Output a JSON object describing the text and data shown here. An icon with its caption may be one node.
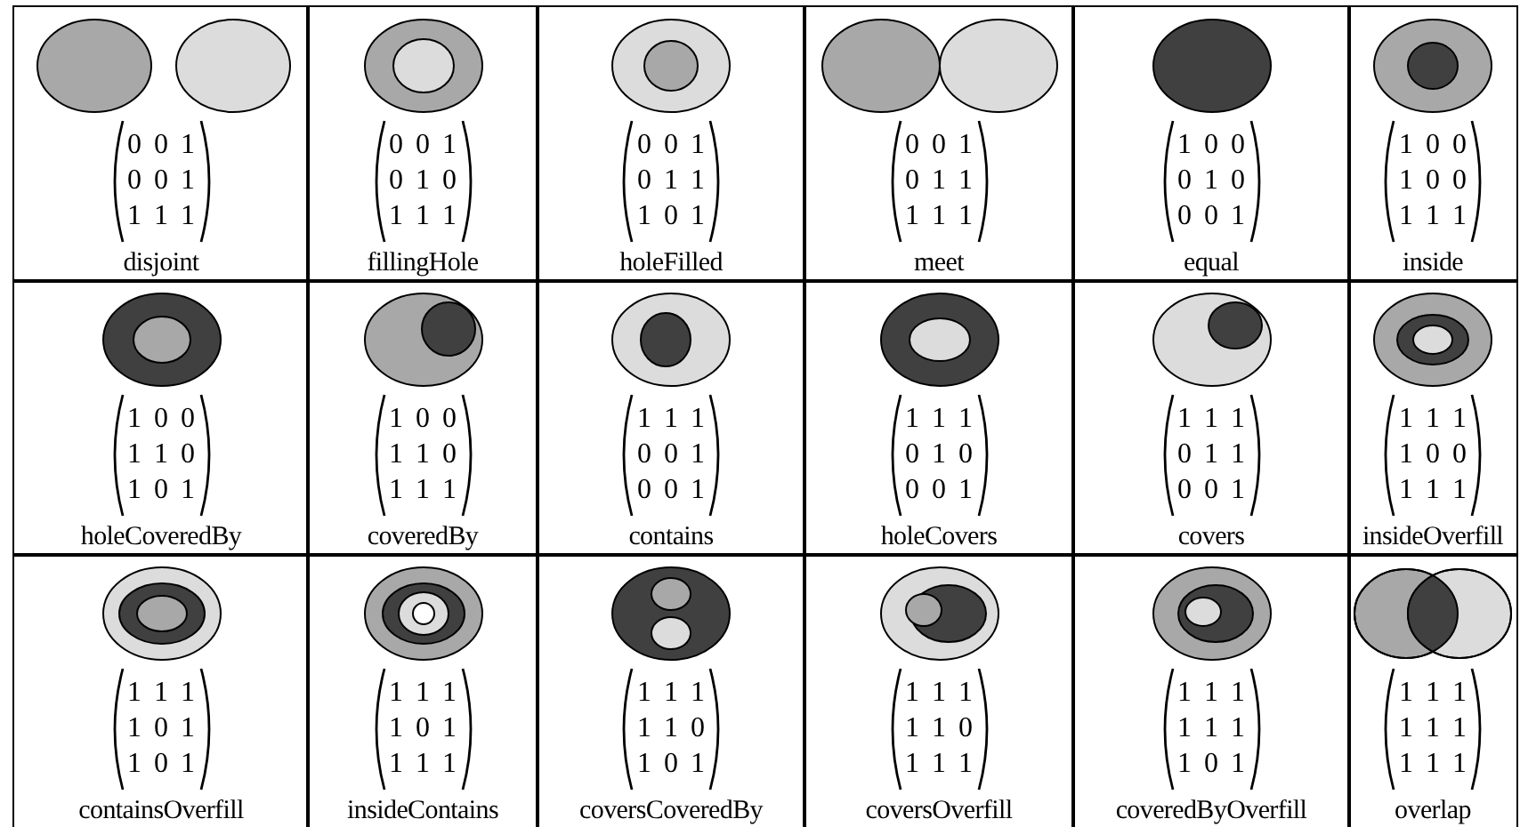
{
  "diagram": {
    "labels": [
      "0 0 1",
      "0 0 1",
      "1 1 1",
      "disjoint",
      "0 0 1",
      "0 1 0",
      "1 1 1",
      "fillingHole",
      "0 0 1",
      "0 1 1",
      "1 0 1",
      "holeFilled",
      "0 0 1",
      "0 1 1",
      "1 1 1",
      "meet",
      "1 0 0",
      "0 1 0",
      "0 0 1",
      "equal",
      "1 0 0",
      "1 0 0",
      "1 1 1",
      "inside",
      "1 0 0",
      "1 1 0",
      "1 0 1",
      "holeCoveredBy",
      "1 0 0",
      "1 1 0",
      "1 1 1",
      "coveredBy",
      "1 1 1",
      "0 0 1",
      "0 0 1",
      "contains",
      "1 1 1",
      "0 1 0",
      "0 0 1",
      "holeCovers",
      "1 1 1",
      "0 1 1",
      "0 0 1",
      "covers",
      "1 1 1",
      "1 0 0",
      "1 1 1",
      "insideOverfill",
      "1 1 1",
      "1 0 1",
      "1 0 1",
      "containsOverfill",
      "1 1 1",
      "1 0 1",
      "1 1 1",
      "insideContains",
      "1 1 1",
      "1 1 0",
      "1 0 1",
      "coversCoveredBy",
      "1 1 1",
      "1 1 0",
      "1 1 1",
      "coversOverfill",
      "1 1 1",
      "1 1 1",
      "1 0 1",
      "coveredByOverfill",
      "1 1 1",
      "1 1 1",
      "1 1 1",
      "overlap"
    ]
  }
}
